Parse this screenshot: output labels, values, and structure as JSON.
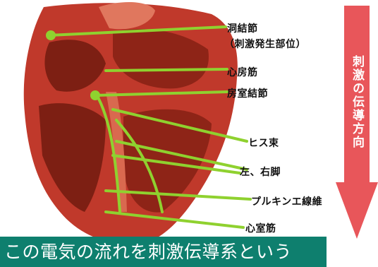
{
  "labels": {
    "sa_node": "洞結節",
    "sa_node_sub": "（刺激発生部位）",
    "atrial_muscle": "心房筋",
    "av_node": "房室結節",
    "his_bundle": "ヒス束",
    "bundle_branches": "左、右脚",
    "purkinje": "プルキンエ線維",
    "ventricular_muscle": "心室筋"
  },
  "arrow": {
    "text": "刺激の伝導方向",
    "color": "#e8565a"
  },
  "footer": {
    "text": "この電気の流れを刺激伝導系という",
    "color": "#0e7f6e"
  },
  "colors": {
    "heart": "#c0392b",
    "muscle_dark": "#8e2417",
    "conduction": "#8fd12f"
  }
}
